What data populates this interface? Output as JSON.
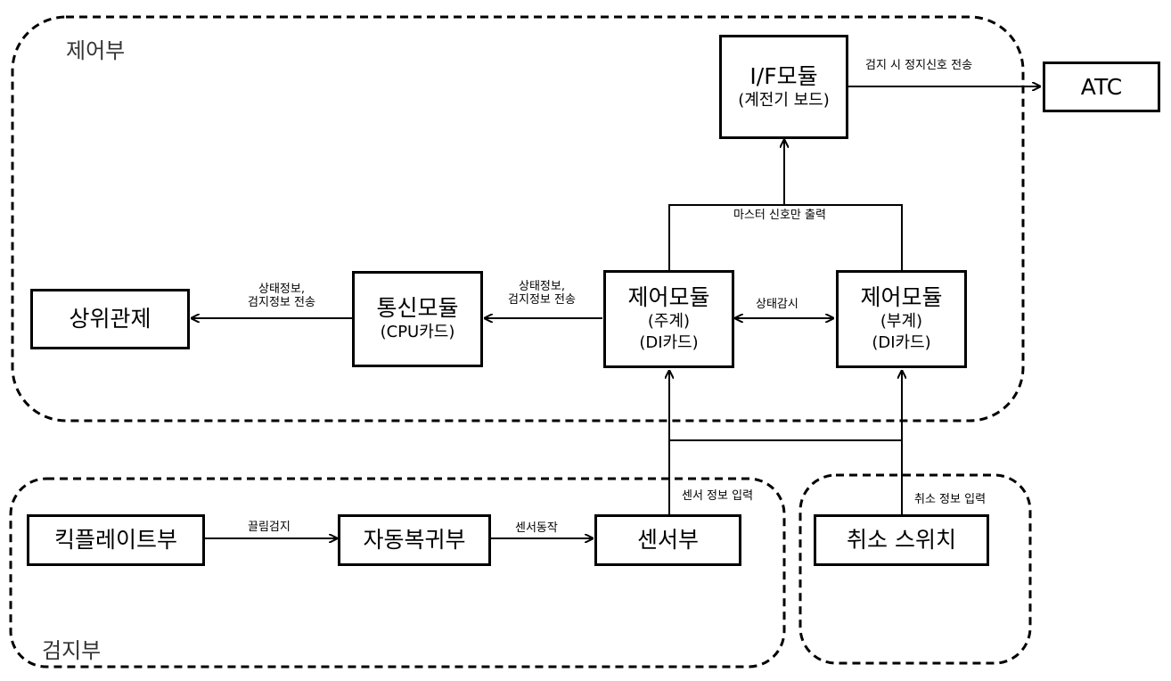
{
  "groups": {
    "control": "제어부",
    "detect": "검지부"
  },
  "boxes": {
    "if_module": {
      "title": "I/F모듈",
      "sub": "(계전기 보드)"
    },
    "atc": {
      "title": "ATC"
    },
    "upper_control": {
      "title": "상위관제"
    },
    "comm_module": {
      "title": "통신모듈",
      "sub": "(CPU카드)"
    },
    "control_main": {
      "title": "제어모듈",
      "sub1": "(주계)",
      "sub2": "(DI카드)"
    },
    "control_sub": {
      "title": "제어모듈",
      "sub1": "(부계)",
      "sub2": "(DI카드)"
    },
    "kick_plate": {
      "title": "킥플레이트부"
    },
    "auto_return": {
      "title": "자동복귀부"
    },
    "sensor": {
      "title": "센서부"
    },
    "cancel_switch": {
      "title": "취소 스위치"
    }
  },
  "labels": {
    "stop_signal": "검지 시 정지신호 전송",
    "master_only": "마스터 신호만 출력",
    "status_monitor": "상태감시",
    "status_upper_1": "상태정보,",
    "status_upper_2": "검지정보 전송",
    "status_comm_1": "상태정보,",
    "status_comm_2": "검지정보 전송",
    "drag_detect": "끌림검지",
    "sensor_action": "센서동작",
    "sensor_input": "센서 정보 입력",
    "cancel_input": "취소 정보 입력"
  }
}
